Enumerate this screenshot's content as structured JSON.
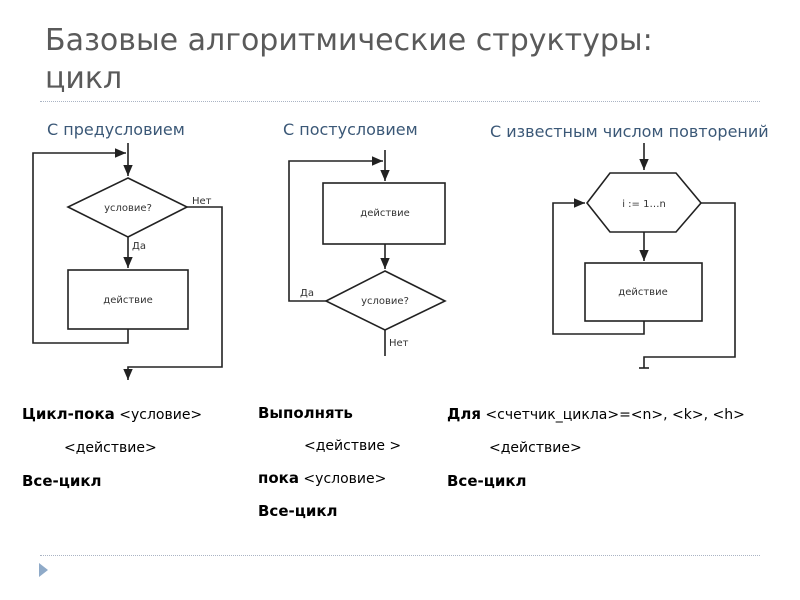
{
  "title": {
    "line1": "Базовые алгоритмические структуры:",
    "line2": "цикл"
  },
  "columns": [
    {
      "heading": "С предусловием",
      "cond": "условие?",
      "action": "действие",
      "yes": "Да",
      "no": "Нет"
    },
    {
      "heading": "С постусловием",
      "cond": "условие?",
      "action": "действие",
      "yes": "Да",
      "no": "Нет"
    },
    {
      "heading": "С известным числом повторений",
      "loop": "i := 1…n",
      "action": "действие"
    }
  ],
  "code": {
    "pre": {
      "kw1": "Цикл-пока",
      "cond": " <условие>",
      "action": "<действие>",
      "end": "Все-цикл"
    },
    "post": {
      "kw1": "Выполнять",
      "action": "<действие >",
      "kw2": "пока",
      "cond": " <условие>",
      "end": "Все-цикл"
    },
    "count": {
      "kw1": "Для",
      "header": " <счетчик_цикла>=<n>, <k>, <h>",
      "action": "<действие>",
      "end": "Все-цикл"
    }
  },
  "colors": {
    "heading": "#3b5877",
    "title": "#5a5a5a",
    "bullet": "#8faac8"
  }
}
